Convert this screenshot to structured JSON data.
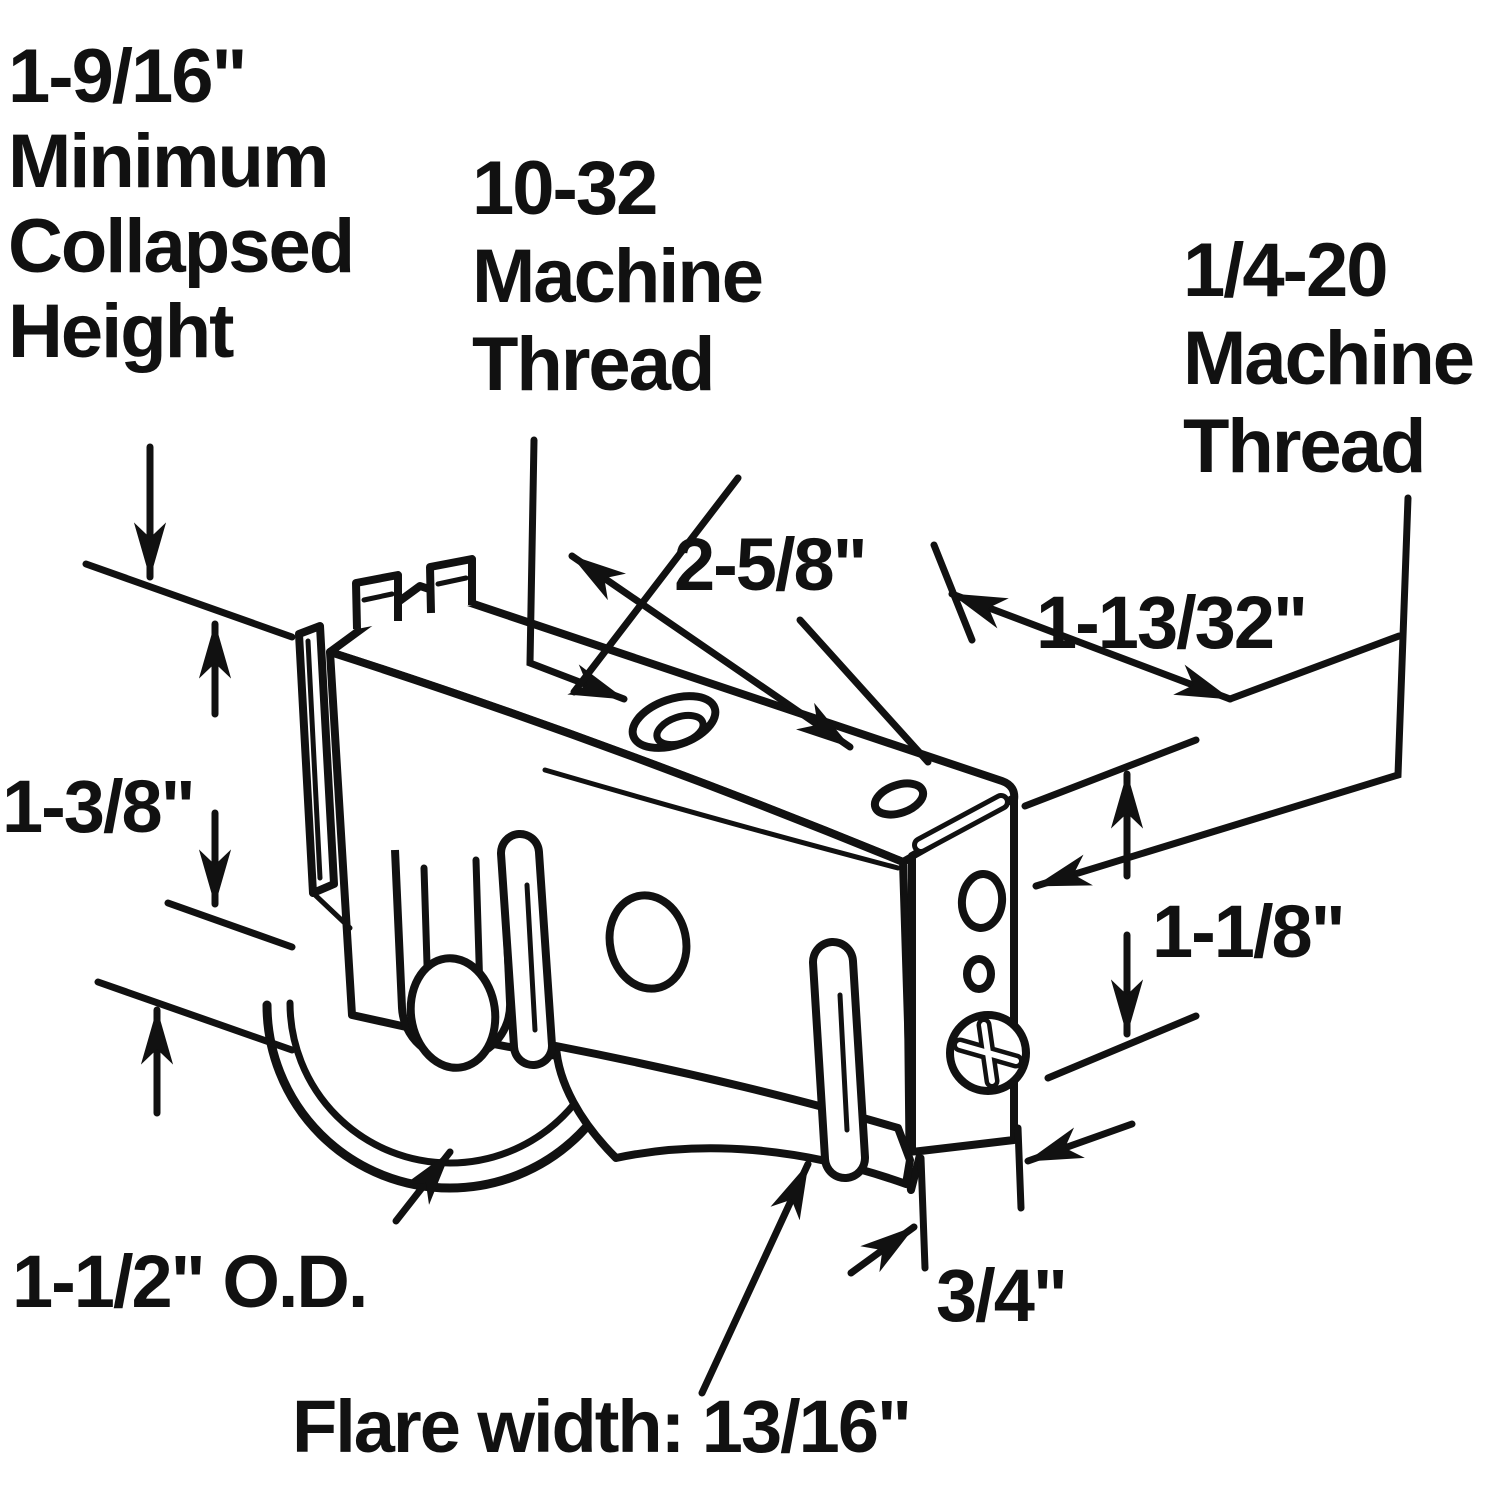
{
  "figure": {
    "type": "technical-line-diagram",
    "subject": "sliding glass door roller assembly with dimension callouts",
    "background": "#ffffff",
    "ink_color": "#111111"
  },
  "labels": {
    "collapsed_height": {
      "line1": "1-9/16\"",
      "line2": "Minimum",
      "line3": "Collapsed",
      "line4": "Height"
    },
    "thread_10_32": {
      "line1": "10-32",
      "line2": "Machine",
      "line3": "Thread"
    },
    "thread_1_4_20": {
      "line1": "1/4-20",
      "line2": "Machine",
      "line3": "Thread"
    },
    "dim_length_top": "2-5/8\"",
    "dim_offset_right": "1-13/32\"",
    "dim_body_height": "1-3/8\"",
    "dim_end_height": "1-1/8\"",
    "dim_wheel_od": "1-1/2\" O.D.",
    "dim_end_depth": "3/4\"",
    "dim_flare": "Flare width: 13/16\""
  }
}
